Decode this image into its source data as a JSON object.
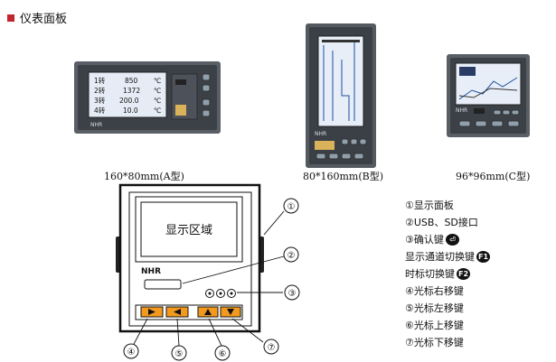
{
  "section_title": "仪表面板",
  "devices": [
    {
      "caption": "160*80mm(A型)"
    },
    {
      "caption": "80*160mm(B型)"
    },
    {
      "caption": "96*96mm(C型)"
    }
  ],
  "device_a": {
    "brand": "NHR",
    "rows": [
      {
        "ch": "1转",
        "val": "850",
        "unit": "℃"
      },
      {
        "ch": "2转",
        "val": "1372",
        "unit": "℃"
      },
      {
        "ch": "3转",
        "val": "200.0",
        "unit": "℃"
      },
      {
        "ch": "4转",
        "val": "10.0",
        "unit": "℃"
      }
    ]
  },
  "device_b": {
    "brand": "NHR"
  },
  "device_c": {
    "brand": "NHR"
  },
  "diagram": {
    "display_area": "显示区域",
    "brand": "NHR",
    "callouts": [
      "①",
      "②",
      "③",
      "④",
      "⑤",
      "⑥",
      "⑦"
    ]
  },
  "legend": {
    "item1": "①显示面板",
    "item2": "②USB、SD接口",
    "item3": "③确认键",
    "item3_key": "⏎",
    "item3b": "显示通道切换键",
    "item3b_key": "F1",
    "item3c": "时标切换键",
    "item3c_key": "F2",
    "item4": "④光标右移键",
    "item5": "⑤光标左移键",
    "item6": "⑥光标上移键",
    "item7": "⑦光标下移键"
  },
  "colors": {
    "bullet": "#c0262d",
    "bezel": "#4a4e55",
    "screen": "#e9eef6",
    "orange": "#f39a1e"
  }
}
